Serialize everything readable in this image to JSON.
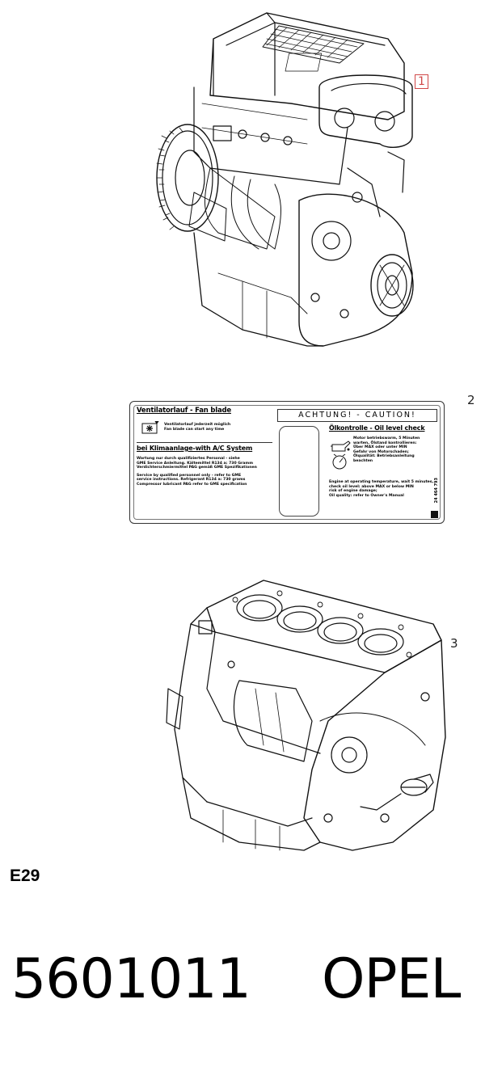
{
  "callouts": {
    "item1": "1",
    "item2": "2",
    "item3": "3"
  },
  "label": {
    "fan_heading": "Ventilatorlauf - Fan blade",
    "fan_text_de": "Ventilatorlauf jederzeit möglich",
    "fan_text_en": "Fan blade can start any time",
    "ac_heading": "bei Klimaanlage-with A/C System",
    "ac_text": [
      "Wartung nur durch qualifiziertes Personal - siehe",
      "GME Service Anleitung. Kältemittel R134 a: 730 Gramm",
      "Verdichterschmiermittel PAG gemäß GME Spezifikationen",
      "Service by qualified personnel only - refer to GME",
      "service instructions. Refrigerant R134 a: 730 grams",
      "Compressor lubricant PAG refer to GME specification"
    ],
    "banner": "ACHTUNG! - CAUTION!",
    "oil_heading": "Ölkontrolle - Oil level check",
    "oil_text_de": [
      "Motor betriebswarm, 5 Minuten",
      "warten, Ölstand kontrollieren:",
      "Über MAX oder unter MIN",
      "Gefahr von Motorschaden;",
      "Ölqualität: Betriebsanleitung",
      "beachten"
    ],
    "oil_text_en": [
      "Engine at operating temperature, wait 5 minutes,",
      "check oil level: above MAX or below MIN",
      "risk of engine damage;",
      "Oil quality: refer to Owner's Manual"
    ],
    "code": "24 464 793"
  },
  "section_code": "E29",
  "part_number": "5601011",
  "brand": "OPEL",
  "colors": {
    "callout_box": "#d04848",
    "line": "#111111"
  },
  "icons": {
    "engine_top": "complete-engine-drawing",
    "engine_block": "short-block-drawing",
    "fan_warning": "fan-warning-icon",
    "oil_can": "oil-can-icon"
  }
}
